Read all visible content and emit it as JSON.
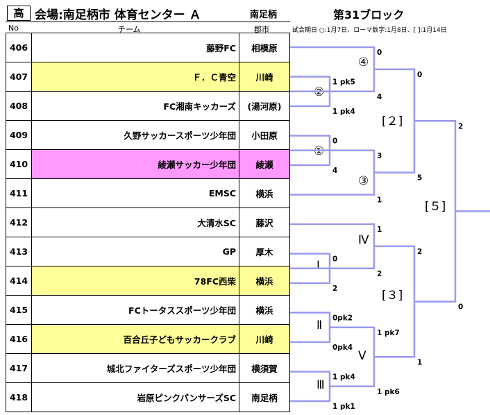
{
  "header": {
    "category": "高",
    "venue": "会場:南足柄市 体育センター Ａ",
    "venue_area": "南足柄",
    "block": "第31ブロック"
  },
  "columns": {
    "no": "No",
    "team": "チーム",
    "city": "郡市"
  },
  "legend": "試合期日 ○:1月7日、ローマ数字:1月8日、[ ]:1月14日",
  "colors": {
    "bracket": "#9999ee",
    "yellow": "#ffff99",
    "pink": "#ff99ff"
  },
  "teams": [
    {
      "no": "406",
      "name": "藤野FC",
      "city": "相模原",
      "hl": ""
    },
    {
      "no": "407",
      "name": "Ｆ．Ｃ青空",
      "city": "川崎",
      "hl": "yellow"
    },
    {
      "no": "408",
      "name": "FC湘南キッカーズ",
      "city": "(湯河原)",
      "hl": ""
    },
    {
      "no": "409",
      "name": "久野サッカースポーツ少年団",
      "city": "小田原",
      "hl": ""
    },
    {
      "no": "410",
      "name": "綾瀬サッカー少年団",
      "city": "綾瀬",
      "hl": "pink"
    },
    {
      "no": "411",
      "name": "EMSC",
      "city": "横浜",
      "hl": ""
    },
    {
      "no": "412",
      "name": "大清水SC",
      "city": "藤沢",
      "hl": ""
    },
    {
      "no": "413",
      "name": "GP",
      "city": "厚木",
      "hl": ""
    },
    {
      "no": "414",
      "name": "78FC西柴",
      "city": "横浜",
      "hl": "yellow"
    },
    {
      "no": "415",
      "name": "FCトータススポーツ少年団",
      "city": "横浜",
      "hl": ""
    },
    {
      "no": "416",
      "name": "百合丘子どもサッカークラブ",
      "city": "川崎",
      "hl": "yellow"
    },
    {
      "no": "417",
      "name": "城北ファイターズスポーツ少年団",
      "city": "横須賀",
      "hl": ""
    },
    {
      "no": "418",
      "name": "岩原ピンクパンサーズSC",
      "city": "南足柄",
      "hl": ""
    }
  ],
  "matches": {
    "m2": {
      "label": "②",
      "s1": "1 pk5",
      "s2": "1 pk4"
    },
    "m1": {
      "label": "①",
      "s1": "0",
      "s2": "4"
    },
    "m4": {
      "label": "④",
      "s1": "0",
      "s2": "4"
    },
    "m3": {
      "label": "③",
      "s1": "3",
      "s2": "1"
    },
    "mI": {
      "label": "Ⅰ",
      "s1": "0",
      "s2": "2"
    },
    "mII": {
      "label": "Ⅱ",
      "s1": "0pk2",
      "s2": "0pk4"
    },
    "mIII": {
      "label": "Ⅲ",
      "s1": "1 pk4",
      "s2": "1 pk1"
    },
    "mIV": {
      "label": "Ⅳ",
      "s1": "1",
      "s2": "2"
    },
    "mV": {
      "label": "Ⅴ",
      "s1": "1 pk7",
      "s2": "1 pk6"
    },
    "b2": {
      "label": "[２]",
      "s1": "0",
      "s2": "5"
    },
    "b3": {
      "label": "[３]",
      "s1": "2",
      "s2": "1"
    },
    "b5": {
      "label": "[５]",
      "s1": "2",
      "s2": "0"
    }
  }
}
